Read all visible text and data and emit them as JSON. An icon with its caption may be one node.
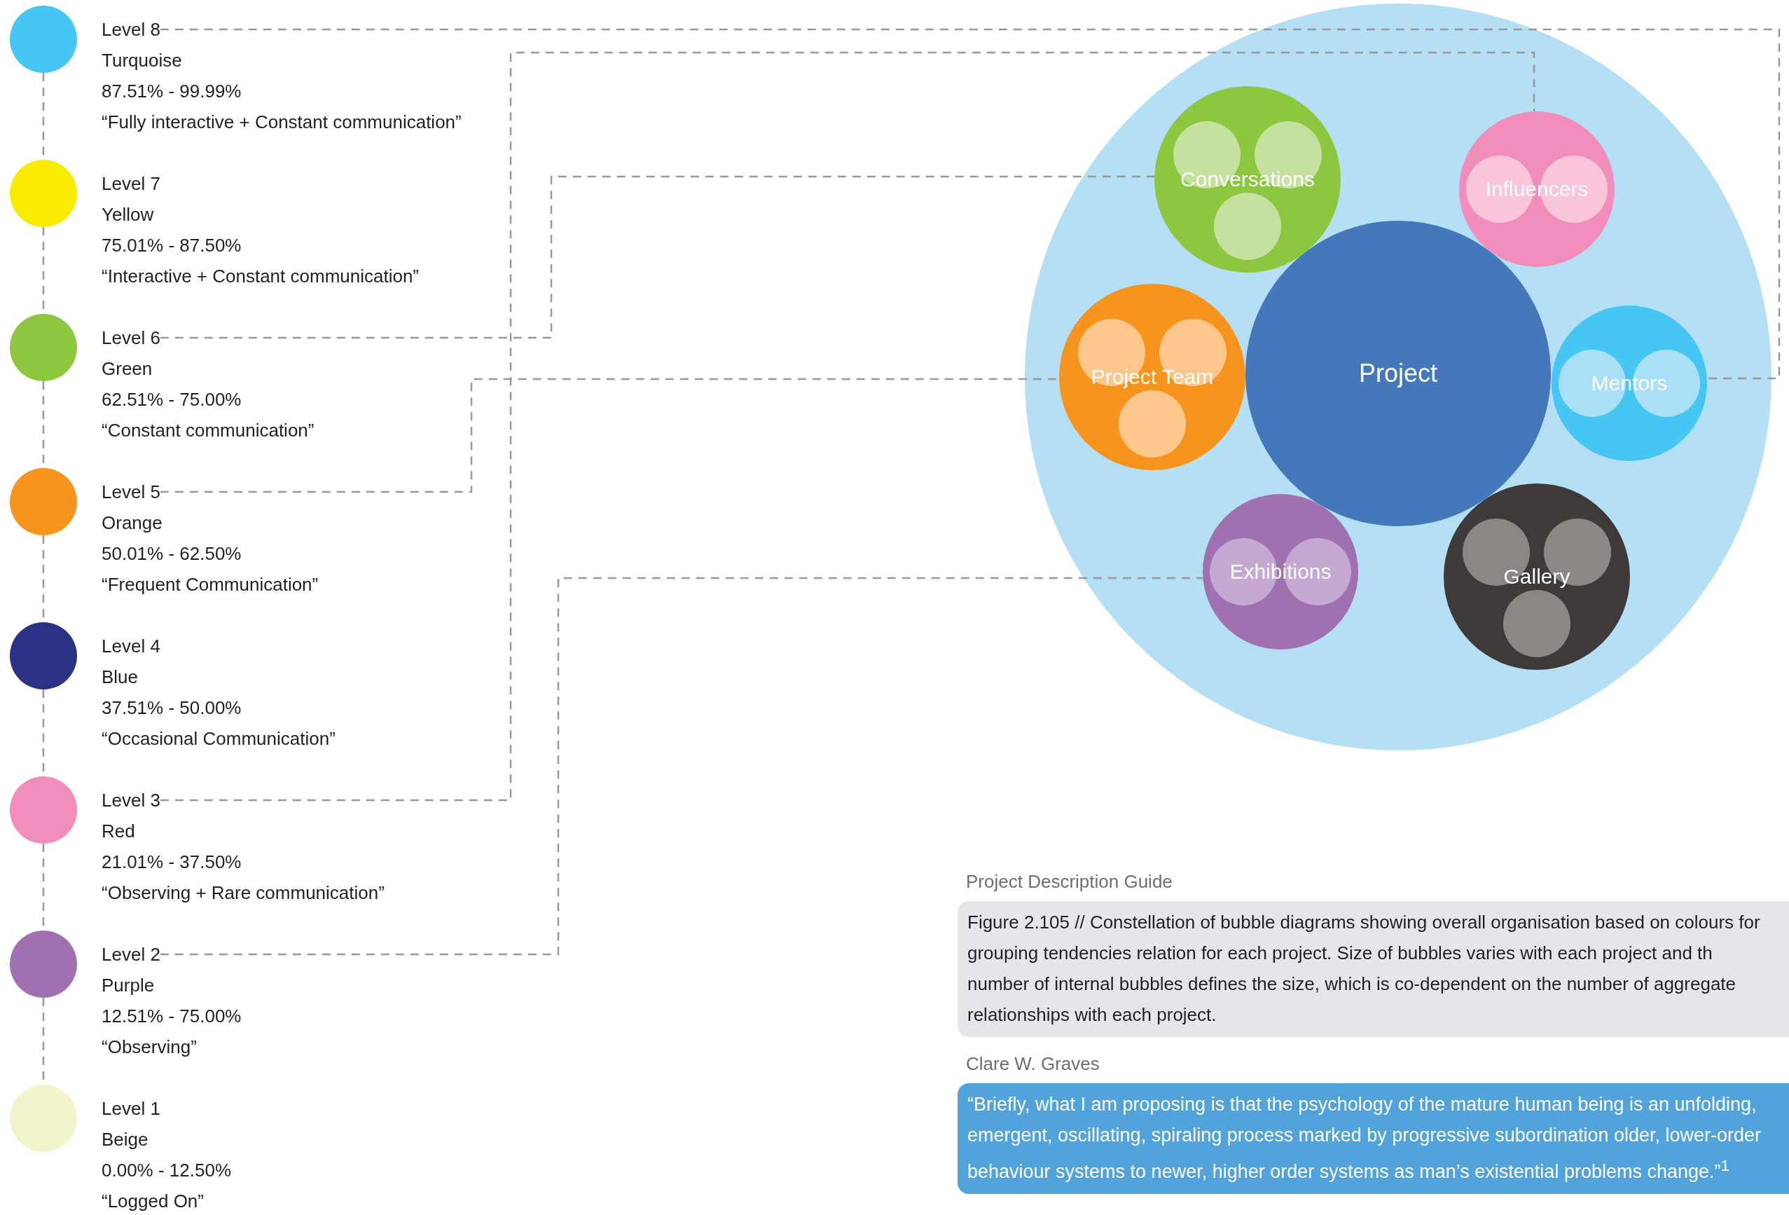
{
  "diagram": {
    "nodes": [
      {
        "text": [],
        "shape": "circle"
      },
      {
        "text": [
          "Level 8"
        ],
        "beside": [
          "Turquoise",
          "87.51% - 99.99%",
          "“Fully interactive + Constant communication”"
        ]
      },
      {
        "text": [],
        "shape": "circle"
      },
      {
        "text": [
          "Level 7"
        ],
        "beside": [
          "Yellow",
          "75.01% - 87.50%",
          "“Interactive + Constant communication”"
        ]
      },
      {
        "text": [],
        "shape": "circle"
      },
      {
        "text": [
          "Level 6"
        ],
        "beside": [
          "Green",
          "62.51% - 75.00%",
          "“Constant communication”"
        ]
      },
      {
        "text": [],
        "shape": "circle"
      },
      {
        "text": [
          "Level 5"
        ],
        "beside": [
          "Orange",
          "50.01% - 62.50%",
          "“Frequent Communication”"
        ]
      },
      {
        "text": [],
        "shape": "circle"
      },
      {
        "text": [
          "Level 4"
        ],
        "beside": [
          "Blue",
          "37.51% - 50.00%",
          "“Occasional Communication”"
        ]
      },
      {
        "text": [],
        "shape": "circle"
      },
      {
        "text": [
          "Level 3"
        ],
        "beside": [
          "Red",
          "21.01% - 37.50%",
          "“Observing + Rare communication”"
        ]
      },
      {
        "text": [],
        "shape": "circle"
      },
      {
        "text": [
          "Level 2"
        ],
        "beside": [
          "Purple",
          "12.51% - 75.00%",
          "“Observing”"
        ]
      },
      {
        "text": [],
        "shape": "circle"
      },
      {
        "text": [
          "Level 1"
        ],
        "beside": [
          "Beige",
          "0.00% - 12.50%",
          "“Logged On”"
        ]
      },
      {
        "text": [],
        "shape": "circle"
      },
      {
        "text": [
          "Conversations"
        ],
        "in": 16
      },
      {
        "text": [],
        "shape": "circle",
        "in": 17
      },
      {
        "text": [],
        "shape": "circle",
        "in": 17
      },
      {
        "text": [],
        "shape": "circle",
        "in": 17
      },
      {
        "text": [
          "Influencers"
        ],
        "in": 16
      },
      {
        "text": [],
        "shape": "circle",
        "in": 21
      },
      {
        "text": [],
        "shape": "circle",
        "in": 21
      },
      {
        "text": [
          "Project Team"
        ],
        "in": 16
      },
      {
        "text": [],
        "shape": "circle",
        "in": 24
      },
      {
        "text": [],
        "shape": "circle",
        "in": 24
      },
      {
        "text": [],
        "shape": "circle",
        "in": 24
      },
      {
        "text": [
          "Project"
        ],
        "in": 16
      },
      {
        "text": [
          "Mentors"
        ],
        "in": 16
      },
      {
        "text": [],
        "shape": "circle",
        "in": 29
      },
      {
        "text": [],
        "shape": "circle",
        "in": 29
      },
      {
        "text": [
          "Exhibitions"
        ],
        "in": 16
      },
      {
        "text": [],
        "shape": "circle",
        "in": 32
      },
      {
        "text": [],
        "shape": "circle",
        "in": 32
      },
      {
        "text": [
          "Gallery"
        ],
        "in": 16
      },
      {
        "text": [],
        "shape": "circle",
        "in": 35
      },
      {
        "text": [],
        "shape": "circle",
        "in": 35
      },
      {
        "text": [],
        "shape": "circle",
        "in": 35
      },
      {
        "text": [
          "Project Description Guide",
          "Figure 2.105 // Constellation of bubble diagrams showing overall organisation based on colours for grouping tendencies relation for each project. Size of bubbles varies with each project and th number of internal bubbles defines the size, which is co-dependent on the number of aggregate relationships with each project."
        ]
      },
      {
        "text": [
          "Clare W. Graves",
          "“Briefly, what I am proposing is that the psychology of the mature human being is an unfolding, emergent, oscillating, spiraling process marked by progressive subordination older, lower-order behaviour systems to newer, higher order systems as man’s existential problems change.”$^{1}$"
        ]
      }
    ],
    "edges": [
      {
        "from": 0,
        "to": 2,
        "arrow": "none",
        "style": "dashed"
      },
      {
        "from": 2,
        "to": 4,
        "arrow": "none",
        "style": "dashed"
      },
      {
        "from": 4,
        "to": 6,
        "arrow": "none",
        "style": "dashed"
      },
      {
        "from": 6,
        "to": 8,
        "arrow": "none",
        "style": "dashed"
      },
      {
        "from": 8,
        "to": 10,
        "arrow": "none",
        "style": "dashed"
      },
      {
        "from": 10,
        "to": 12,
        "arrow": "none",
        "style": "dashed"
      },
      {
        "from": 12,
        "to": 14,
        "arrow": "none",
        "style": "dashed"
      },
      {
        "from": 1,
        "to": 29,
        "arrow": "none",
        "style": "dashed"
      },
      {
        "from": 5,
        "to": 17,
        "arrow": "none",
        "style": "dashed"
      },
      {
        "from": 7,
        "to": 24,
        "arrow": "none",
        "style": "dashed"
      },
      {
        "from": 11,
        "to": 21,
        "arrow": "none",
        "style": "dashed"
      },
      {
        "from": 13,
        "to": 32,
        "arrow": "none",
        "style": "dashed"
      }
    ]
  }
}
